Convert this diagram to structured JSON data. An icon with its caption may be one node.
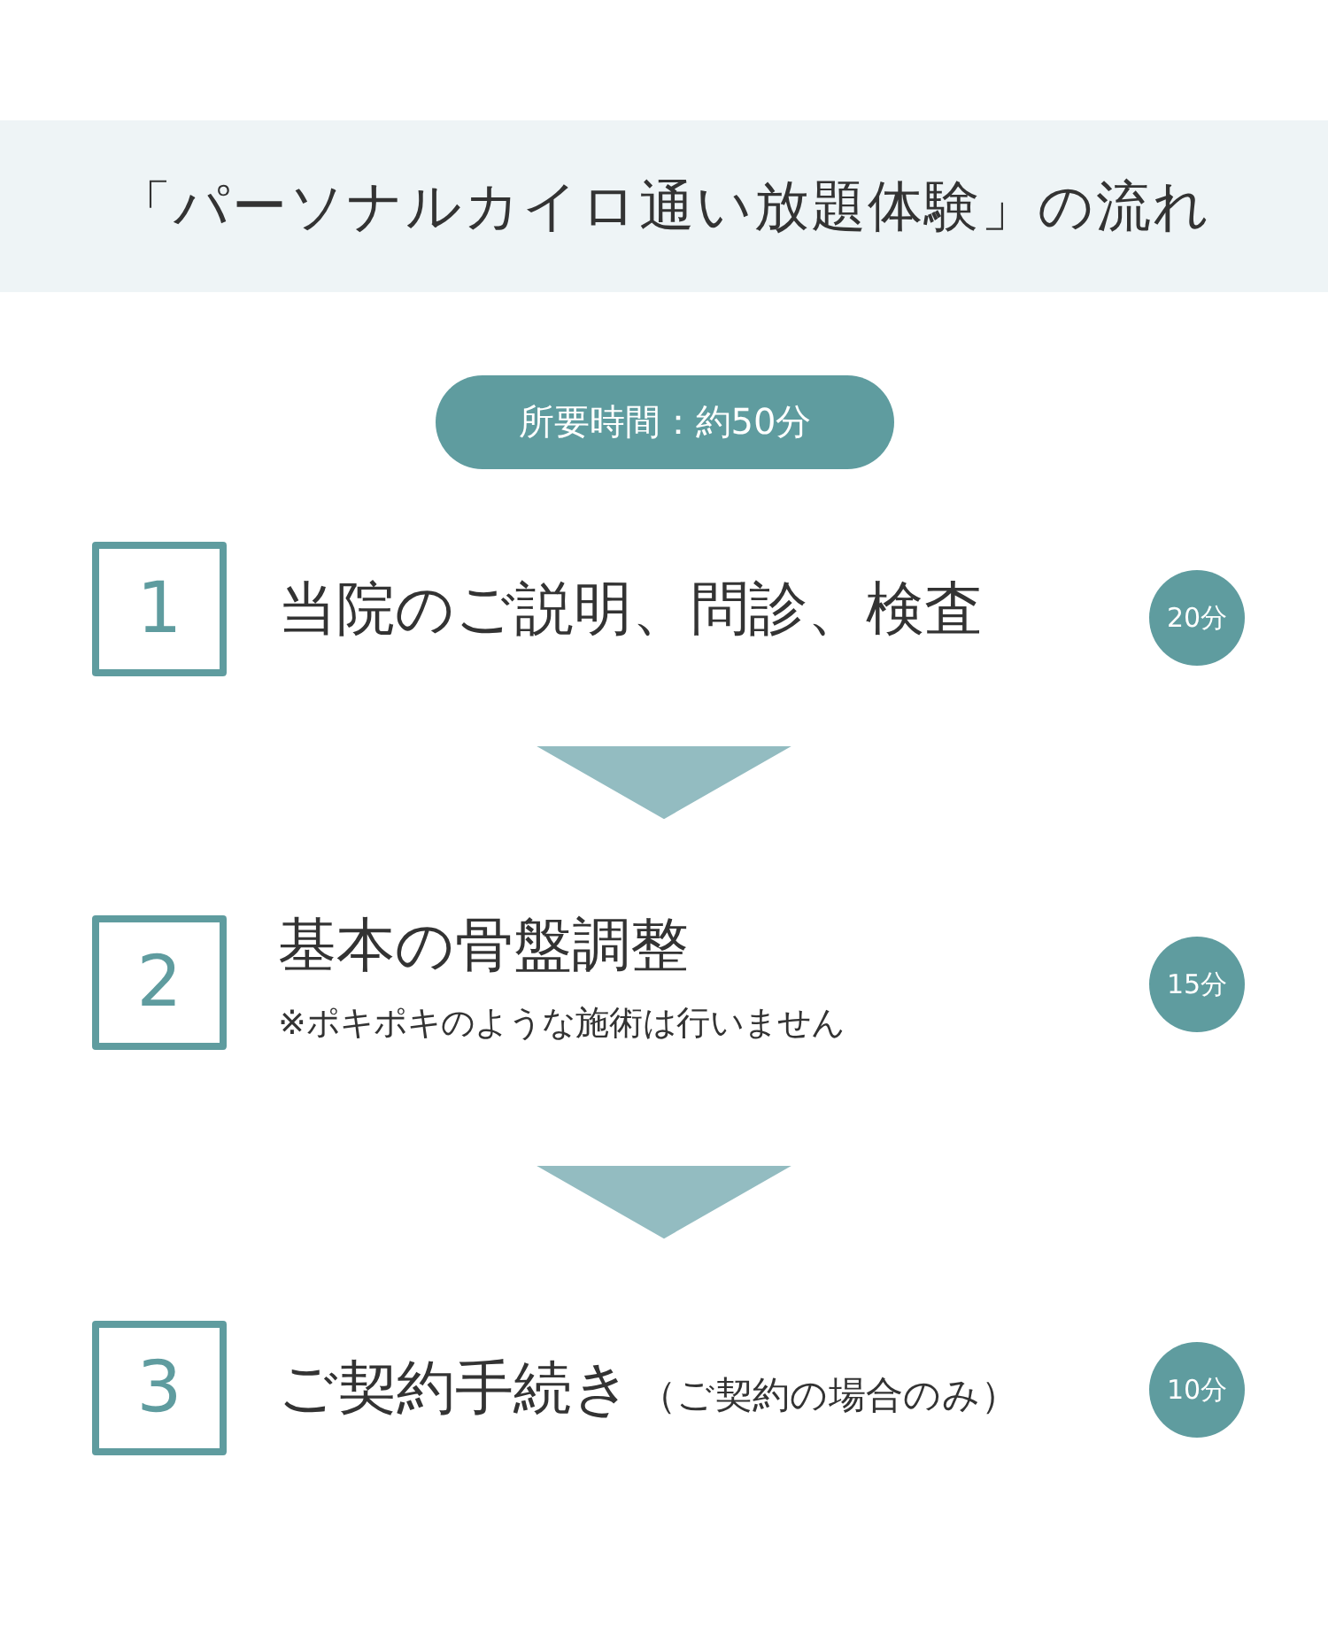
{
  "diagram": {
    "title": "「パーソナルカイロ通い放題体験」の流れ",
    "nodes": [
      {
        "text": [
          "所要時間：約50分"
        ]
      },
      {
        "text": [
          "1"
        ]
      },
      {
        "text": [
          "当院のご説明、問診、検査"
        ]
      },
      {
        "text": [
          "20分"
        ]
      },
      {
        "text": [
          "2"
        ]
      },
      {
        "text": [
          "基本の骨盤調整",
          "※ポキポキのような施術は行いません"
        ]
      },
      {
        "text": [
          "15分"
        ]
      },
      {
        "text": [
          "3"
        ]
      },
      {
        "text": [
          "ご契約手続き",
          "（ご契約の場合のみ）"
        ]
      },
      {
        "text": [
          "10分"
        ]
      }
    ],
    "edges": [
      {
        "from": 2,
        "to": 5,
        "arrow": "to"
      },
      {
        "from": 5,
        "to": 8,
        "arrow": "to"
      }
    ]
  }
}
